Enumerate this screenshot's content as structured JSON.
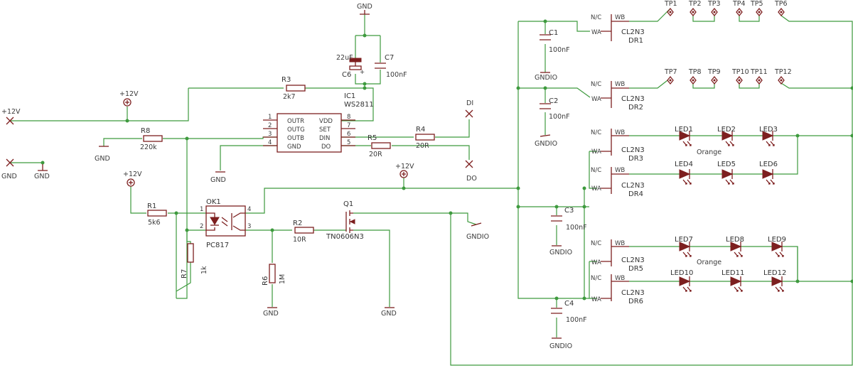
{
  "colors": {
    "wire": "#3e9a3e",
    "symbol": "#7d1f1f",
    "text": "#333333",
    "background": "#ffffff"
  },
  "power": {
    "gnd": "GND",
    "gndio": "GNDIO",
    "v12": "+12V"
  },
  "nets": {
    "di": "DI",
    "do": "DO"
  },
  "ic1": {
    "name": "IC1",
    "value": "WS2811",
    "left_pins": [
      "1",
      "2",
      "3",
      "4"
    ],
    "left_names": [
      "OUTR",
      "OUTG",
      "OUTB",
      "GND"
    ],
    "right_pins": [
      "8",
      "7",
      "6",
      "5"
    ],
    "right_names": [
      "VDD",
      "SET",
      "DIN",
      "DO"
    ]
  },
  "resistors": {
    "r1": {
      "name": "R1",
      "value": "5k6"
    },
    "r2": {
      "name": "R2",
      "value": "10R"
    },
    "r3": {
      "name": "R3",
      "value": "2k7"
    },
    "r4": {
      "name": "R4",
      "value": "20R"
    },
    "r5": {
      "name": "R5",
      "value": "20R"
    },
    "r6": {
      "name": "R6",
      "value": "1M"
    },
    "r7": {
      "name": "R7",
      "value": "1k"
    },
    "r8": {
      "name": "R8",
      "value": "220k"
    }
  },
  "capacitors": {
    "c1": {
      "name": "C1",
      "value": "100nF"
    },
    "c2": {
      "name": "C2",
      "value": "100nF"
    },
    "c3": {
      "name": "C3",
      "value": "100nF"
    },
    "c4": {
      "name": "C4",
      "value": "100nF"
    },
    "c6": {
      "name": "C6",
      "value": "22uF"
    },
    "c7": {
      "name": "C7",
      "value": "100nF"
    }
  },
  "ok1": {
    "name": "OK1",
    "value": "PC817",
    "pins": [
      "1",
      "2",
      "3",
      "4"
    ]
  },
  "q1": {
    "name": "Q1",
    "value": "TN0606N3"
  },
  "drivers": {
    "value": "CL2N3",
    "pin_nc": "N/C",
    "pin_wb": "WB",
    "pin_wa": "WA",
    "names": [
      "DR1",
      "DR2",
      "DR3",
      "DR4",
      "DR5",
      "DR6"
    ]
  },
  "test_points": [
    "TP1",
    "TP2",
    "TP3",
    "TP4",
    "TP5",
    "TP6",
    "TP7",
    "TP8",
    "TP9",
    "TP10",
    "TP11",
    "TP12"
  ],
  "leds": {
    "names": [
      "LED1",
      "LED2",
      "LED3",
      "LED4",
      "LED5",
      "LED6",
      "LED7",
      "LED8",
      "LED9",
      "LED10",
      "LED11",
      "LED12"
    ],
    "color": "Orange"
  }
}
